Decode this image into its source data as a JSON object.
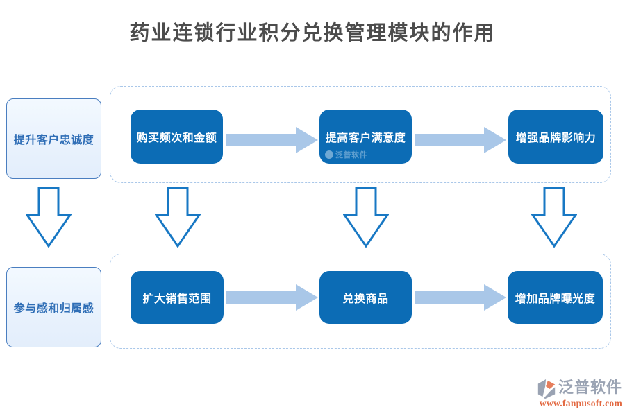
{
  "title": "药业连锁行业积分兑换管理模块的作用",
  "left_column": {
    "boxes": [
      {
        "label": "提升客户忠诚度"
      },
      {
        "label": "参与感和归属感"
      }
    ]
  },
  "flow_rows": [
    {
      "steps": [
        {
          "label": "购买频次和金额"
        },
        {
          "label": "提高客户满意度"
        },
        {
          "label": "增强品牌影响力"
        }
      ]
    },
    {
      "steps": [
        {
          "label": "扩大销售范围"
        },
        {
          "label": "兑换商品"
        },
        {
          "label": "增加品牌曝光度"
        }
      ]
    }
  ],
  "watermark": {
    "text": "泛普软件"
  },
  "footer": {
    "brand": "泛普软件",
    "website": "www.fanpusoft.com"
  },
  "icons": {
    "footer_logo": "fanpu-pinwheel-icon",
    "right_arrow": "right-arrow-icon",
    "down_arrow": "down-arrow-icon"
  },
  "colors": {
    "step_blue": "#0c6cb5",
    "arrow_light_blue": "#a9c7e8",
    "panel_dash": "#a9c7e9",
    "side_box_border": "#4a7ec0",
    "side_box_bg": "#e9f2fd",
    "side_box_text": "#2f6eb6",
    "outline_arrow": "#1878c4",
    "title_text": "#4c4c4c",
    "brand_gray": "#9aa3b3",
    "brand_orange": "#e2673f"
  }
}
